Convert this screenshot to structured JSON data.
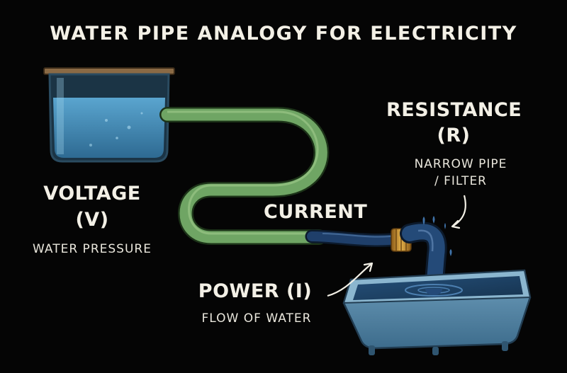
{
  "title": "WATER PIPE ANALOGY FOR ELECTRICITY",
  "labels": {
    "voltage": {
      "name": "VOLTAGE",
      "symbol": "(V)",
      "description": "WATER PRESSURE"
    },
    "current": {
      "name": "CURRENT"
    },
    "resistance": {
      "name": "RESISTANCE",
      "symbol": "(R)",
      "description_line1": "NARROW PIPE",
      "description_line2": "/ FILTER"
    },
    "power": {
      "name": "POWER (I)",
      "description": "FLOW OF WATER"
    }
  },
  "colors": {
    "background": "#050505",
    "text": "#f3f0e6",
    "tank_water": "#3f7fa6",
    "green_pipe": "#6fa564",
    "dark_hose": "#1f3f6a",
    "brass_fitting": "#c9922c",
    "tub": "#5b8fae"
  }
}
